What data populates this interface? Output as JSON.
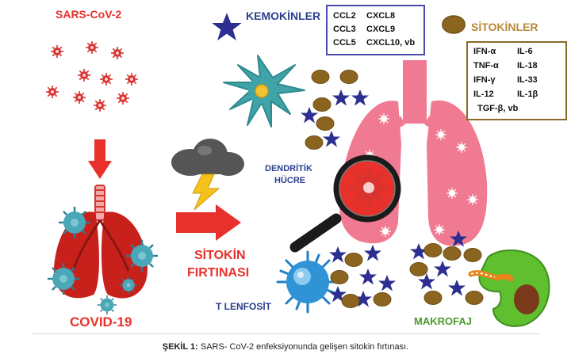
{
  "labels": {
    "sars": "SARS-CoV-2",
    "covid": "COVID-19",
    "kemokinler": "KEMOKİNLER",
    "sitokinler": "SİTOKİNLER",
    "dendritik_1": "DENDRİTİK",
    "dendritik_2": "HÜCRE",
    "storm_1": "SİTOKİN",
    "storm_2": "FIRTINASI",
    "t_lenfosit": "T LENFOSİT",
    "makrofaj": "MAKROFAJ"
  },
  "chemokines": {
    "col1": [
      "CCL2",
      "CCL3",
      "CCL5"
    ],
    "col2": [
      "CXCL8",
      "CXCL9",
      "CXCL10, vb"
    ]
  },
  "cytokines": {
    "col1": [
      "IFN-α",
      "TNF-α",
      "IFN-γ",
      "IL-12"
    ],
    "col2": [
      "IL-6",
      "IL-18",
      "IL-33",
      "IL-1β"
    ],
    "last": "TGF-β, vb"
  },
  "caption": {
    "label": "ŞEKİL 1:",
    "text": " SARS- CoV-2 enfeksiyonunda gelişen sitokin fırtınası."
  },
  "colors": {
    "red": "#e8312b",
    "navy": "#2c3e8f",
    "teal_virus": "#4aa7b8",
    "brown_cytokine": "#8b6520",
    "lung_pink": "#f07a92",
    "macrophage_green": "#5fbf2e"
  },
  "icons": [
    "virus-icon",
    "arrow-icon",
    "storm-cloud-icon",
    "lightning-icon",
    "star-chemokine-icon",
    "cytokine-ellipse-icon",
    "dendritic-cell-icon",
    "t-lymphocyte-icon",
    "macrophage-icon",
    "magnifier-icon",
    "lungs-icon"
  ]
}
